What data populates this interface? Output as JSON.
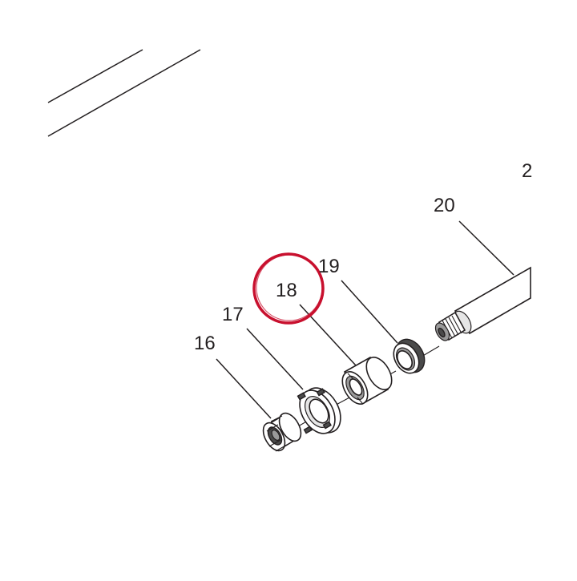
{
  "diagram": {
    "labels": {
      "p16": "16",
      "p17": "17",
      "p18": "18",
      "p19": "19",
      "p20": "20",
      "p21_partial": "2"
    },
    "highlight": {
      "target": "18",
      "color": "#c8102e"
    },
    "colors": {
      "ink": "#231f20",
      "shade_dark": "#4a4a4a",
      "shade_mid": "#9a9a9a",
      "background": "#ffffff"
    }
  }
}
